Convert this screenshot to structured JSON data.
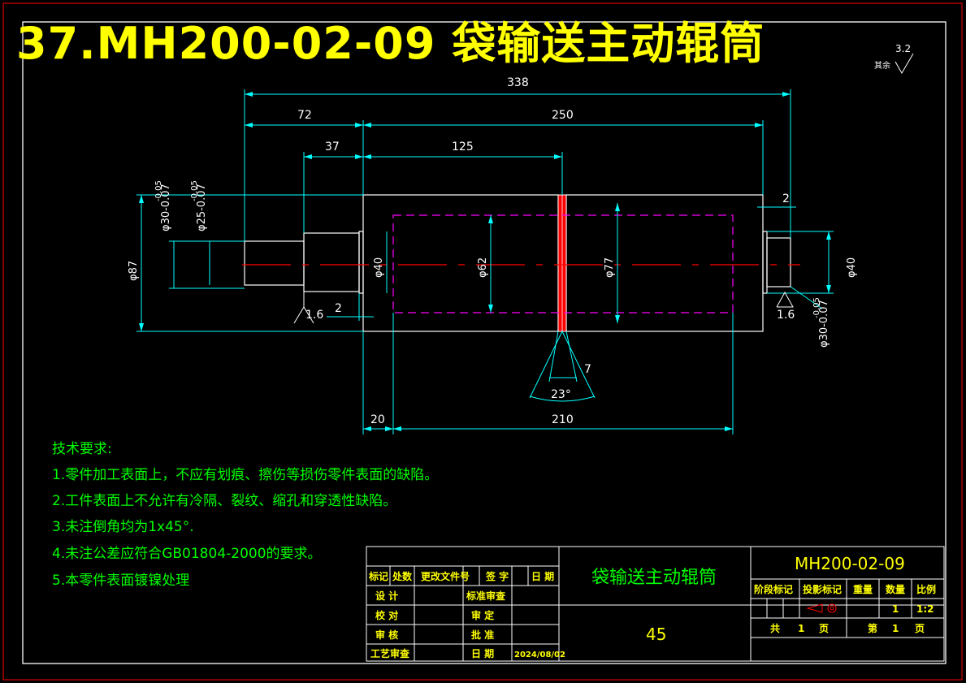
{
  "title": "37.MH200-02-09 袋输送主动辊筒",
  "roughness_corner": {
    "value": "3.2",
    "label": "其余"
  },
  "dimensions": {
    "overall": "338",
    "left_shaft": "72",
    "body": "250",
    "shoulder": "37",
    "half": "125",
    "right_gap": "2",
    "left_gap": "2",
    "groove": "7",
    "angle": "23°",
    "bottom_left": "20",
    "bottom_span": "210",
    "dia_87": "φ87",
    "dia_left_30": "φ30-0.07",
    "dia_left_30_tol": "-0.05",
    "dia_left_25": "φ25-0.07",
    "dia_left_25_tol": "-0.05",
    "dia_40_left": "φ40",
    "dia_62": "φ62",
    "dia_77": "φ77",
    "dia_40_right": "φ40",
    "dia_right_30": "φ30-0.07",
    "dia_right_30_tol": "-0.05",
    "rough_left": "1.6",
    "rough_right": "1.6"
  },
  "notes": {
    "heading": "技术要求:",
    "items": [
      "1.零件加工表面上，不应有划痕、擦伤等损伤零件表面的缺陷。",
      "2.工件表面上不允许有冷隔、裂纹、缩孔和穿透性缺陷。",
      "3.未注倒角均为1x45°.",
      "4.未注公差应符合GB01804-2000的要求。",
      "5.本零件表面镀镍处理"
    ]
  },
  "title_block": {
    "headers": [
      "标记",
      "处数",
      "更改文件号",
      "签  字",
      "日 期"
    ],
    "row_design": "设  计",
    "row_check": "校  对",
    "row_review": "审  核",
    "row_process": "工艺审查",
    "std_review": "标准审查",
    "audit": "审  定",
    "approve": "批  准",
    "date_label": "日  期",
    "date_value": "2024/08/02",
    "part_name": "袋输送主动辊筒",
    "material": "45",
    "drawing_no": "MH200-02-09",
    "stage_label": "阶段标记",
    "projection_label": "投影标记",
    "weight_label": "重量",
    "qty_label": "数量",
    "scale_label": "比例",
    "qty_value": "1",
    "scale_value": "1:2",
    "total_label": "共",
    "total_value": "1",
    "total_unit": "页",
    "sheet_label": "第",
    "sheet_value": "1",
    "sheet_unit": "页"
  },
  "colors": {
    "outline": "#ffffff",
    "dimension": "#00ffff",
    "hidden": "#ff00ff",
    "center": "#ff0000",
    "text_green": "#00ff00",
    "text_yellow": "#ffff00",
    "frame": "#ff0000"
  }
}
